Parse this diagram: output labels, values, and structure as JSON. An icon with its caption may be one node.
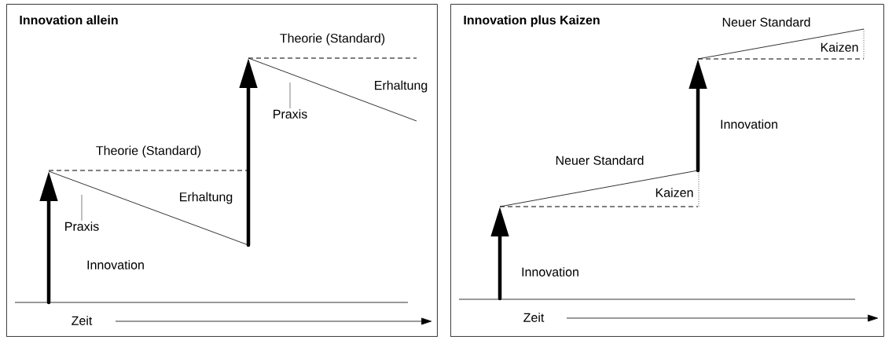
{
  "diagram": {
    "nodes": [
      {
        "text": [
          "Innovation allein"
        ]
      },
      {
        "text": [
          "Praxis"
        ],
        "in": 0
      },
      {
        "text": [
          "Praxis"
        ],
        "in": 0
      },
      {
        "text": [
          "Innovation plus Kaizen"
        ]
      }
    ],
    "edges": [
      {
        "from": 1,
        "to": null,
        "arrow": "none"
      },
      {
        "from": 2,
        "to": null,
        "arrow": "none"
      }
    ],
    "labels": [
      "Theorie (Standard)",
      "Erhaltung",
      "Theorie (Standard)",
      "Erhaltung",
      "Innovation",
      "Zeit",
      "Neuer Standard",
      "Kaizen",
      "Innovation",
      "Neuer Standard",
      "Kaizen",
      "Innovation",
      "Zeit"
    ]
  }
}
